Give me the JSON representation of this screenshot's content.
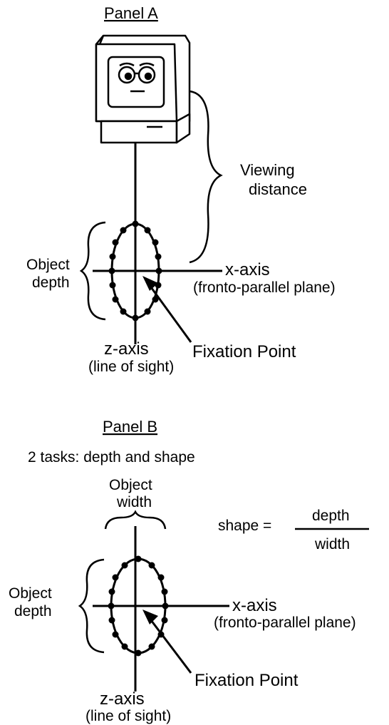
{
  "panel_a": {
    "title": "Panel A",
    "viewing_distance_line1": "Viewing",
    "viewing_distance_line2": "distance",
    "object_depth_line1": "Object",
    "object_depth_line2": "depth",
    "x_axis_label": "x-axis",
    "x_axis_sub": "(fronto-parallel plane)",
    "z_axis_label": "z-axis",
    "z_axis_sub": "(line of sight)",
    "fixation_label": "Fixation Point"
  },
  "panel_b": {
    "title": "Panel B",
    "subtitle": "2 tasks: depth and shape",
    "object_width_line1": "Object",
    "object_width_line2": "width",
    "shape_label": "shape =",
    "fraction_numerator": "depth",
    "fraction_denominator": "width",
    "object_depth_line1": "Object",
    "object_depth_line2": "depth",
    "x_axis_label": "x-axis",
    "x_axis_sub": "(fronto-parallel plane)",
    "z_axis_label": "z-axis",
    "z_axis_sub": "(line of sight)",
    "fixation_label": "Fixation Point"
  },
  "colors": {
    "ink": "#000000",
    "background": "#ffffff"
  }
}
